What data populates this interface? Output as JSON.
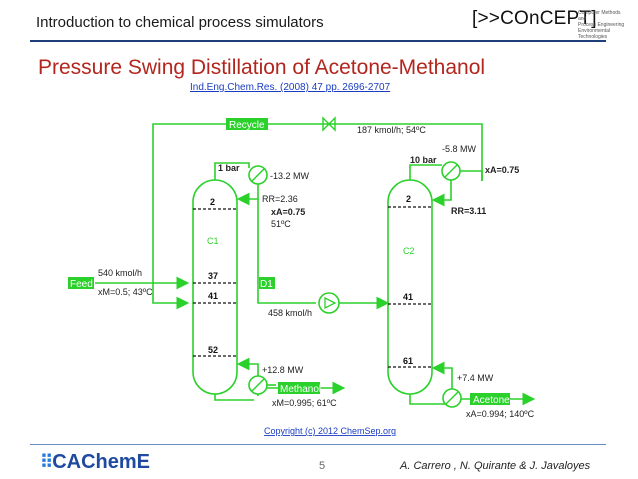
{
  "header": {
    "title": "Introduction to chemical process simulators",
    "logo_text": "[>>COnCEPT]",
    "logo_sub": [
      "Computer Methods and",
      "Process Engineering",
      "Environmental Technologies"
    ]
  },
  "slide": {
    "title": "Pressure Swing Distillation of Acetone-Methanol",
    "reference": "Ind.Eng.Chem.Res. (2008) 47 pp. 2696-2707"
  },
  "diagram": {
    "colors": {
      "line": "#2bd12b",
      "stream_label_bg": "#2bd12b",
      "stage_line": "#111111",
      "text": "#222222",
      "copyright": "#1a3cc2"
    },
    "streams": {
      "recycle": "Recycle",
      "recycle_cond": "187 kmol/h; 54ºC",
      "feed": "Feed",
      "feed_flow": "540 kmol/h",
      "feed_comp": "xM=0.5; 43ºC",
      "d1": "D1",
      "d1_flow": "458 kmol/h",
      "methanol": "Methanol",
      "methanol_comp": "xM=0.995; 61ºC",
      "acetone": "Acetone",
      "acetone_comp": "xA=0.994; 140ºC"
    },
    "c1": {
      "name": "C1",
      "pressure": "1 bar",
      "condenser_duty": "-13.2 MW",
      "reflux": "RR=2.36",
      "top_comp": "xA=0.75",
      "top_temp": "51ºC",
      "reboiler_duty": "+12.8 MW",
      "stages": [
        "2",
        "37",
        "41",
        "52"
      ]
    },
    "c2": {
      "name": "C2",
      "pressure": "10 bar",
      "condenser_duty": "-5.8 MW",
      "top_comp": "xA=0.75",
      "reflux": "RR=3.11",
      "reboiler_duty": "+7.4 MW",
      "stages": [
        "2",
        "41",
        "61"
      ]
    },
    "copyright": "Copyright (c) 2012 ChemSep.org"
  },
  "footer": {
    "logo": "CAChemE",
    "page_number": "5",
    "authors": "A. Carrero , N. Quirante & J. Javaloyes"
  }
}
